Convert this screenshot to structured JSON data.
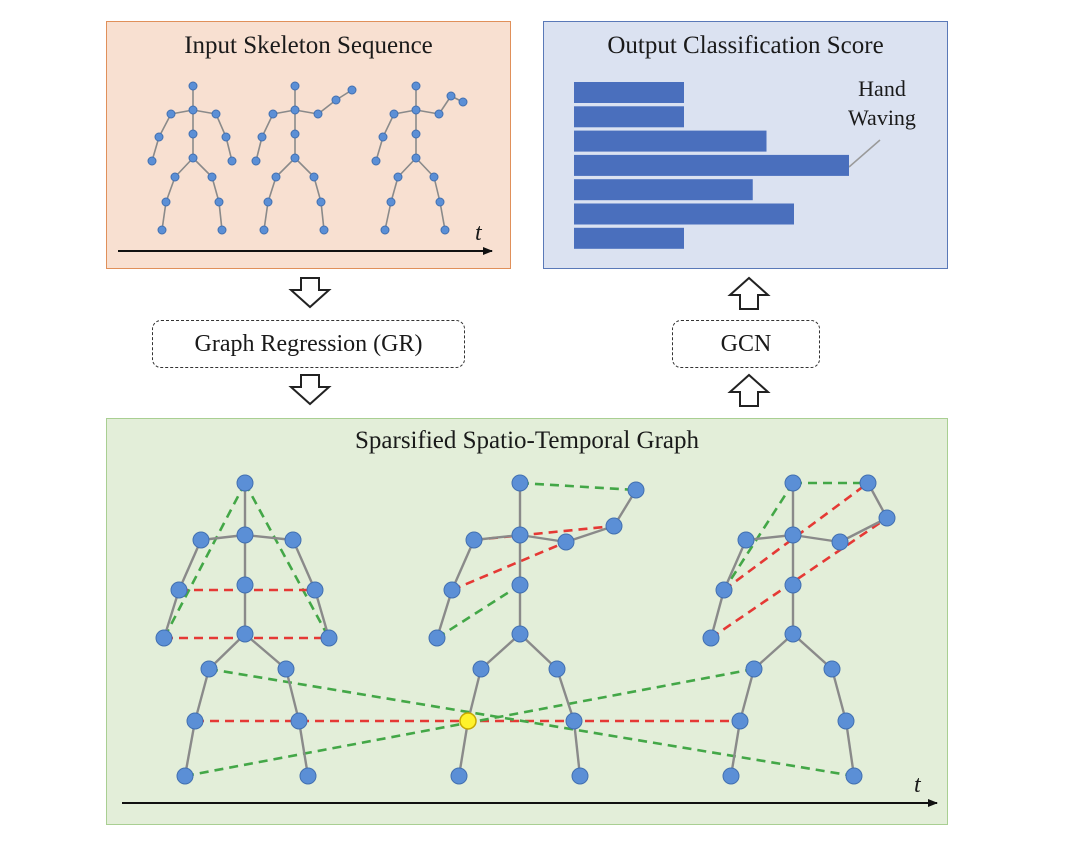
{
  "input_panel": {
    "title": "Input Skeleton Sequence",
    "time_label": "t"
  },
  "output_panel": {
    "title": "Output Classification Score",
    "class_label_line1": "Hand",
    "class_label_line2": "Waving",
    "scores": [
      0.4,
      0.4,
      0.7,
      1.0,
      0.65,
      0.8,
      0.4
    ],
    "highlighted_index": 3
  },
  "modules": {
    "graph_regression": "Graph Regression (GR)",
    "gcn": "GCN"
  },
  "graph_panel": {
    "title": "Sparsified Spatio-Temporal Graph",
    "time_label": "t"
  },
  "colors": {
    "input_bg": "#f8e0d1",
    "input_border": "#e0905a",
    "output_bg": "#dbe2f1",
    "output_border": "#5a79b8",
    "graph_bg": "#e3eed9",
    "graph_border": "#a9cf92",
    "joint": "#5b8fd6",
    "bone": "#8a8a8a",
    "bar": "#4a6fbd",
    "temporal_edge": "#e53935",
    "spatial_edge": "#43a747",
    "center_joint": "#fff22b"
  }
}
